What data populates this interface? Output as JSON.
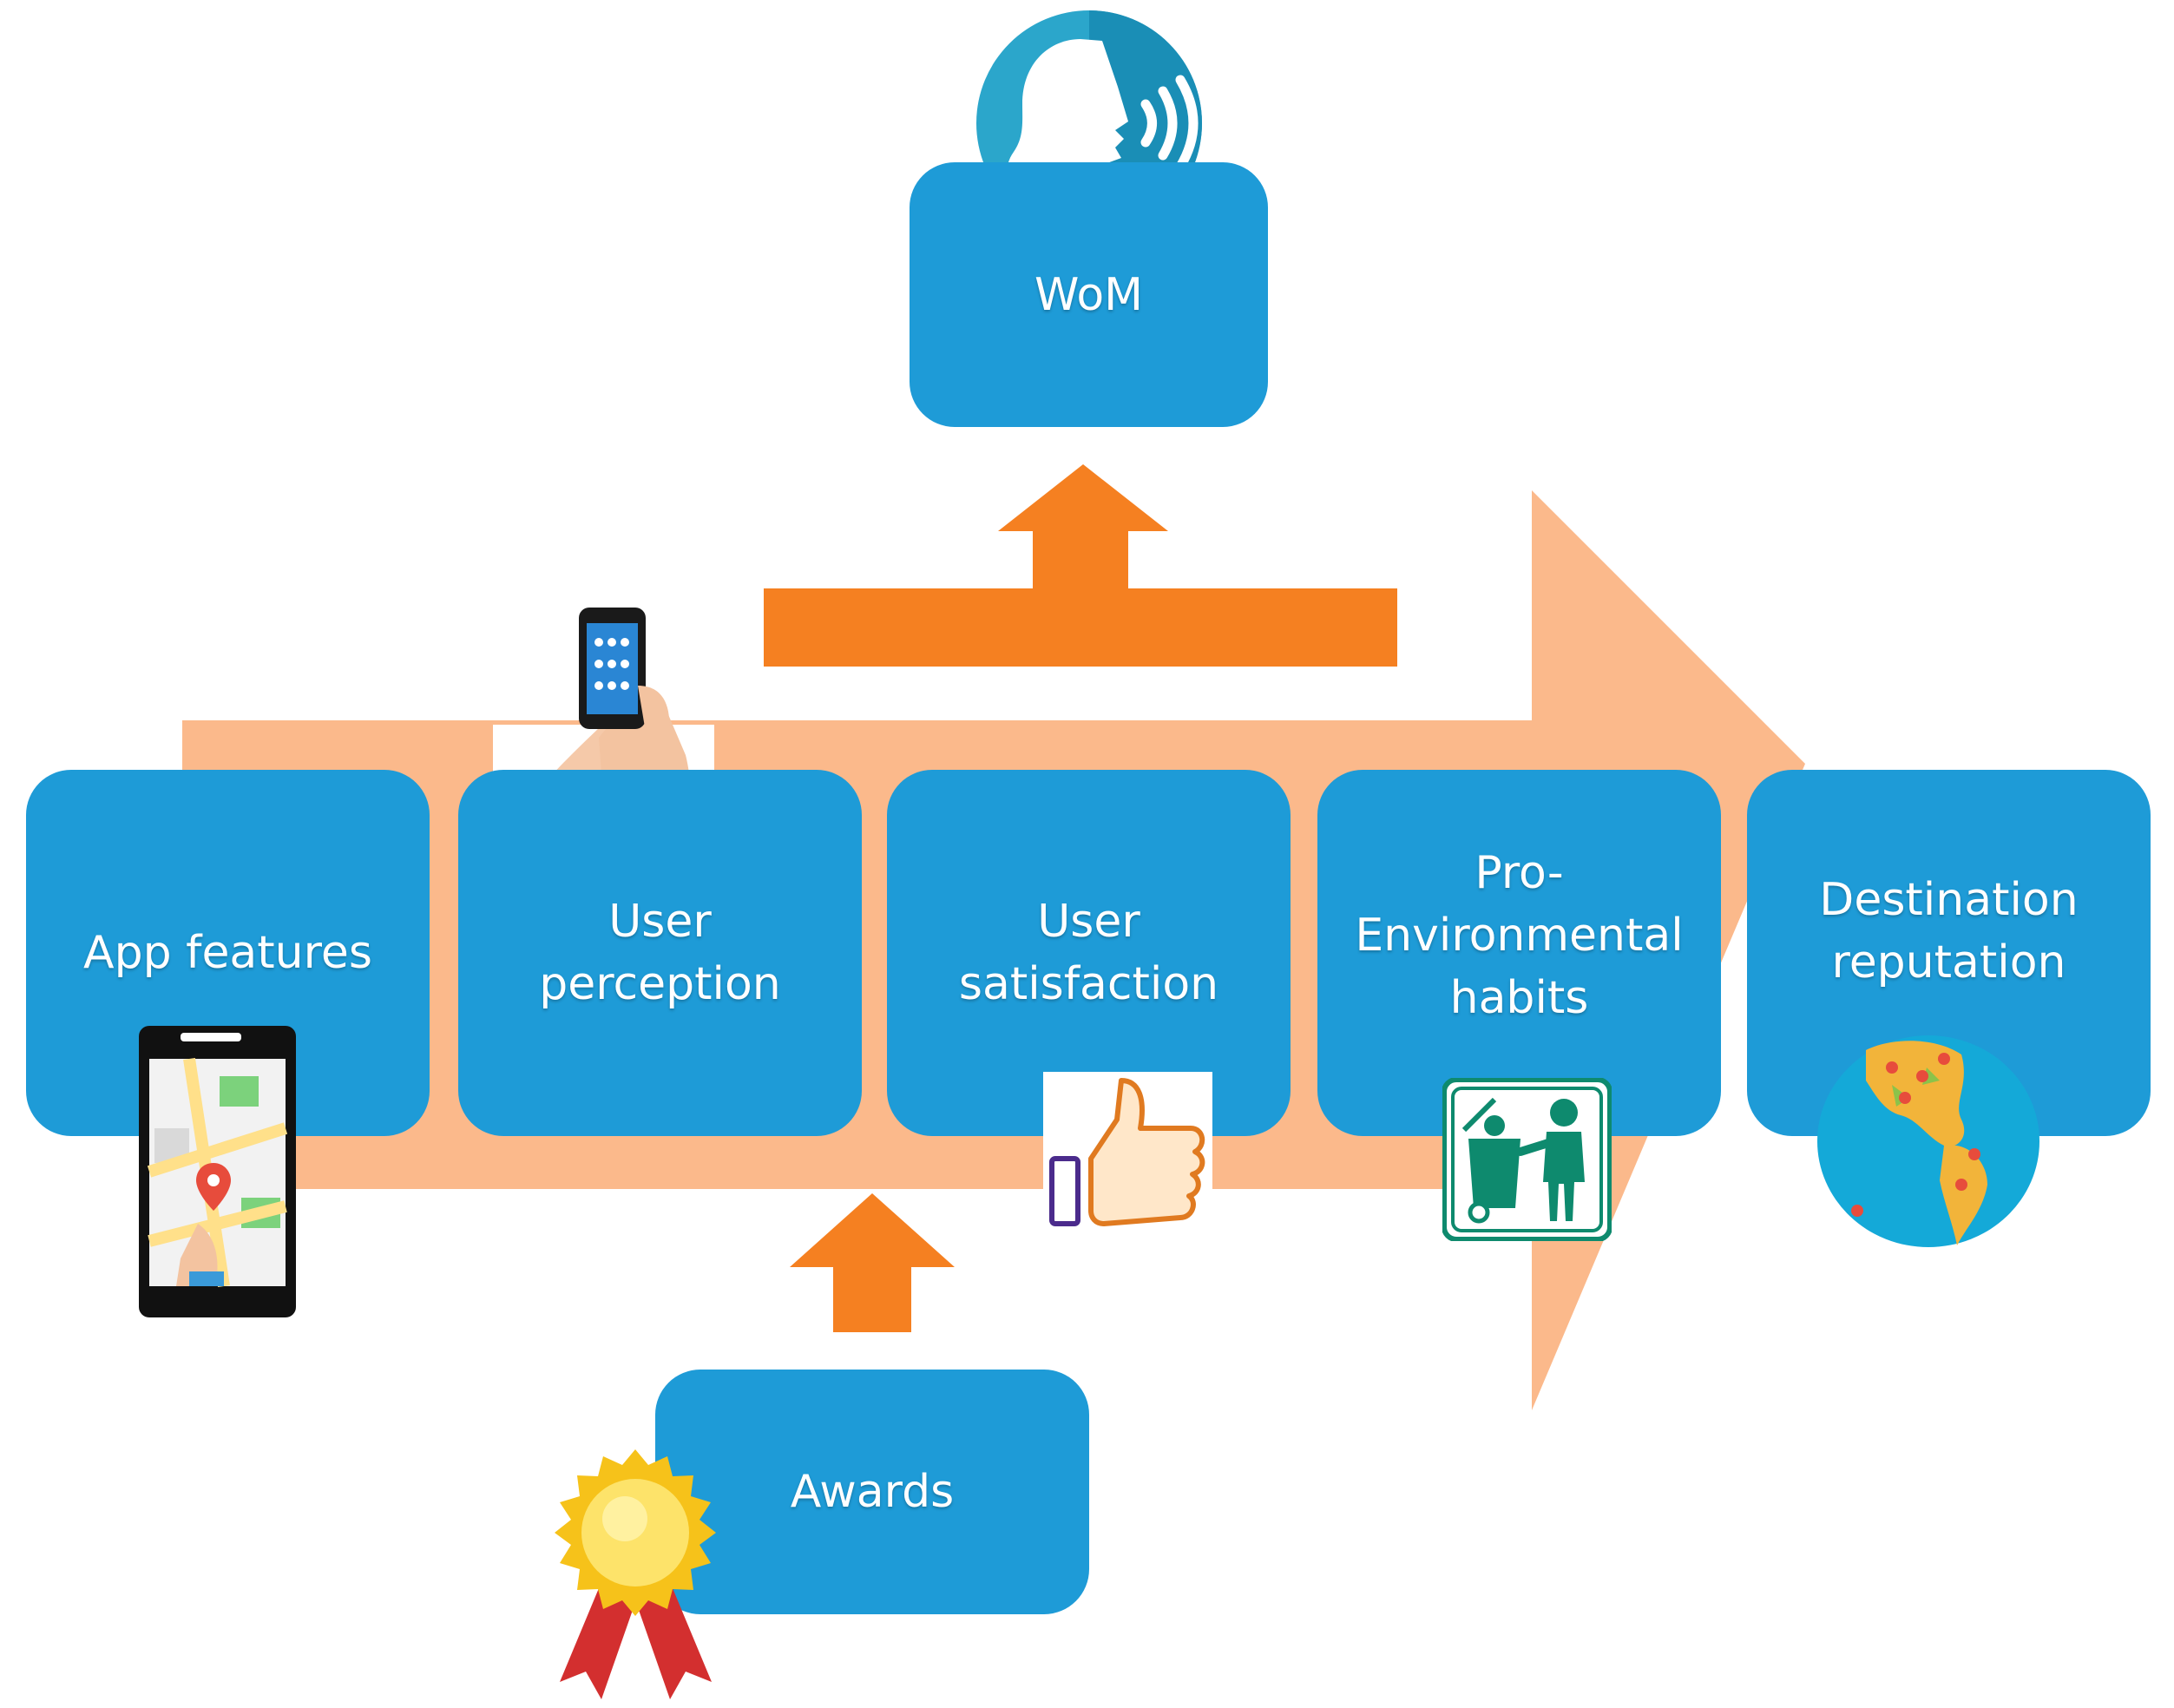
{
  "nodes": {
    "wom": "WoM",
    "app_features": "App features",
    "user_perception": "User\nperception",
    "user_satisfaction": "User\nsatisfaction",
    "pro_environmental": "Pro-\nEnvironmental\nhabits",
    "destination_reputation": "Destination\nreputation",
    "awards": "Awards"
  },
  "icons": [
    "speaking-head-icon",
    "smartphone-in-hand-icon",
    "map-phone-icon",
    "thumbs-up-icon",
    "recycle-bin-icon",
    "globe-icon",
    "award-rosette-icon"
  ],
  "colors": {
    "box": "#1E9BD7",
    "big_arrow": "#FBB98B",
    "small_arrow": "#F58021",
    "text": "#FFFFFF"
  }
}
